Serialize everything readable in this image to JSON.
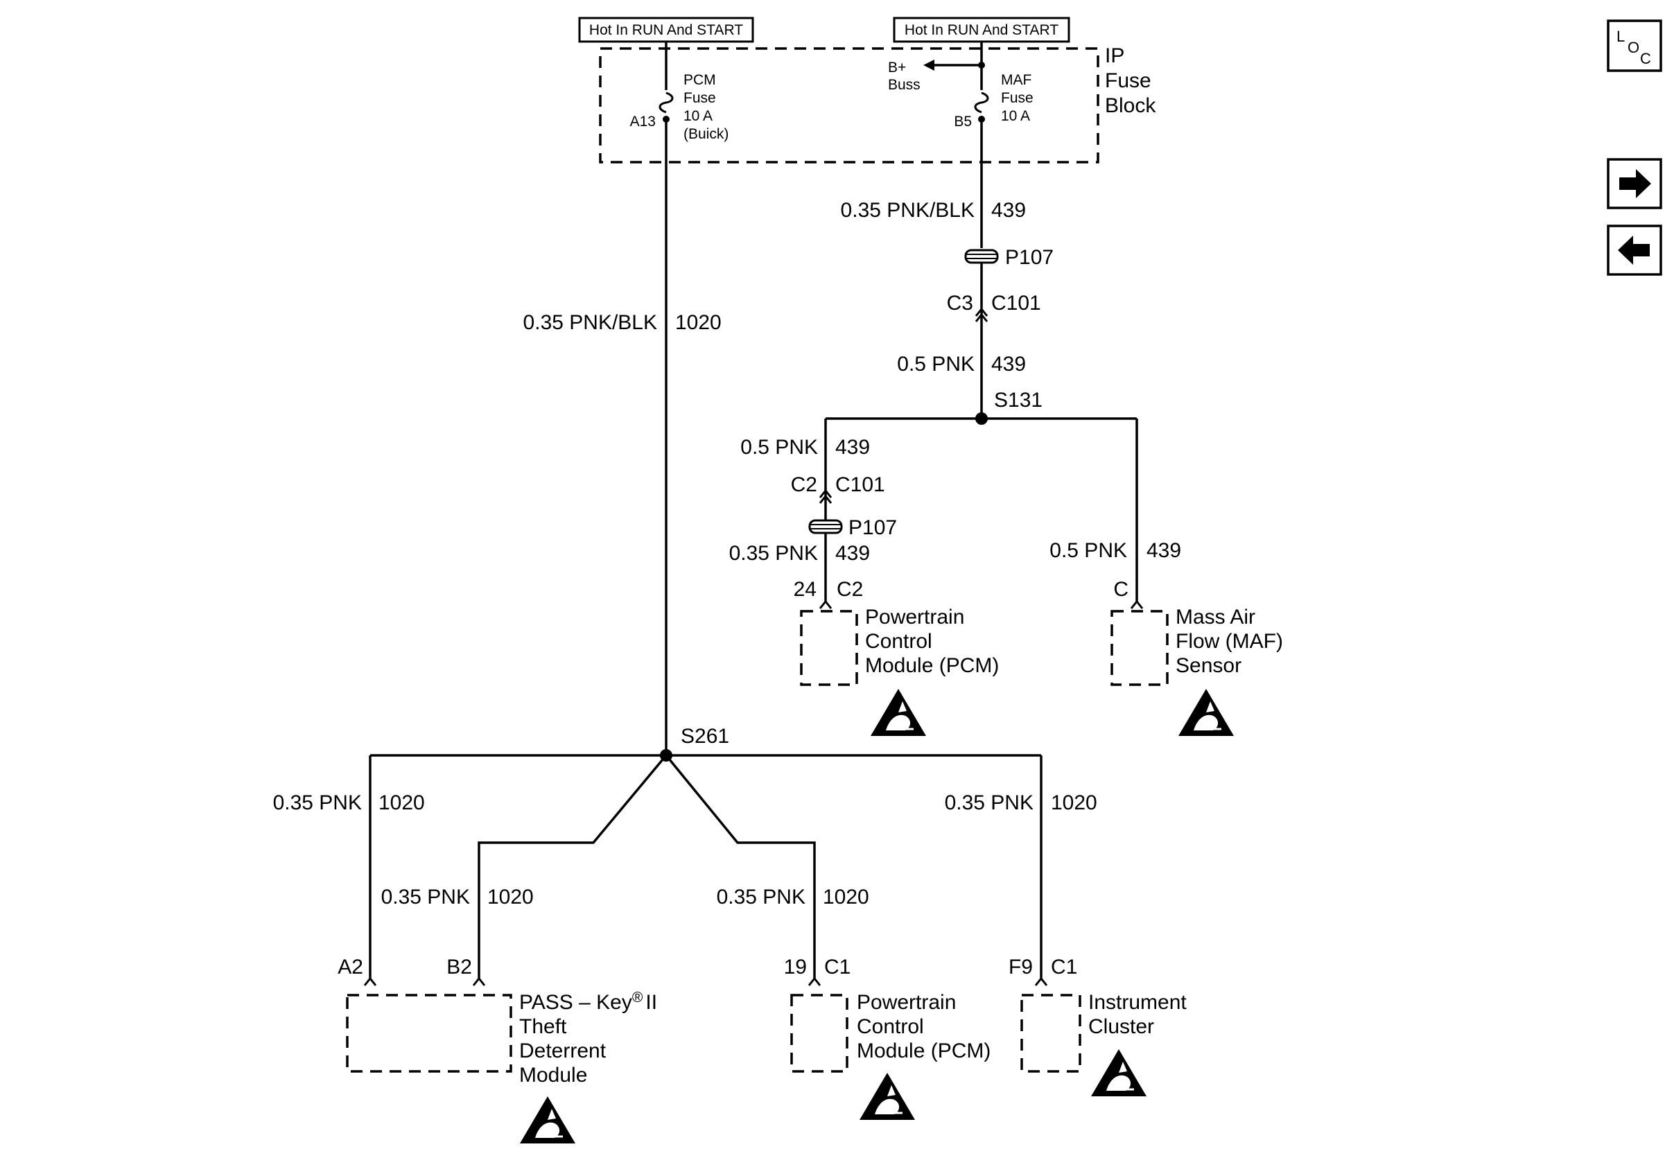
{
  "header_left": "Hot In RUN And START",
  "header_right": "Hot In RUN And START",
  "fuse_block": {
    "line1": "IP",
    "line2": "Fuse",
    "line3": "Block"
  },
  "pcm_fuse": {
    "line1": "PCM",
    "line2": "Fuse",
    "line3": "10 A",
    "line4": "(Buick)",
    "terminal": "A13"
  },
  "maf_fuse": {
    "line1": "MAF",
    "line2": "Fuse",
    "line3": "10 A",
    "terminal": "B5"
  },
  "bplus": {
    "line1": "B+",
    "line2": "Buss"
  },
  "right_branch": {
    "wire1": {
      "size": "0.35 PNK/BLK",
      "circuit": "439"
    },
    "passthrough": "P107",
    "connector": {
      "pin": "C3",
      "name": "C101"
    },
    "wire2": {
      "size": "0.5 PNK",
      "circuit": "439"
    },
    "splice": "S131",
    "pcm_wire1": {
      "size": "0.5 PNK",
      "circuit": "439"
    },
    "pcm_connector": {
      "pin": "C2",
      "name": "C101"
    },
    "pcm_passthrough": "P107",
    "pcm_wire2": {
      "size": "0.35 PNK",
      "circuit": "439"
    },
    "pcm_terminal": {
      "pin": "24",
      "connector": "C2"
    },
    "maf_wire": {
      "size": "0.5 PNK",
      "circuit": "439"
    },
    "maf_terminal": "C"
  },
  "left_branch": {
    "wire1": {
      "size": "0.35 PNK/BLK",
      "circuit": "1020"
    },
    "splice": "S261",
    "pass_a2_wire": {
      "size": "0.35 PNK",
      "circuit": "1020"
    },
    "pass_b2_wire": {
      "size": "0.35 PNK",
      "circuit": "1020"
    },
    "pcm_wire": {
      "size": "0.35 PNK",
      "circuit": "1020"
    },
    "ic_wire": {
      "size": "0.35 PNK",
      "circuit": "1020"
    },
    "pass_a2_terminal": "A2",
    "pass_b2_terminal": "B2",
    "pcm_terminal": {
      "pin": "19",
      "connector": "C1"
    },
    "ic_terminal": {
      "pin": "F9",
      "connector": "C1"
    }
  },
  "components": {
    "pcm_top": {
      "line1": "Powertrain",
      "line2": "Control",
      "line3": "Module (PCM)"
    },
    "maf": {
      "line1": "Mass Air",
      "line2": "Flow (MAF)",
      "line3": "Sensor"
    },
    "pass_key": {
      "line1": "PASS – Key",
      "reg": "®",
      "line1b": "II",
      "line2": "Theft",
      "line3": "Deterrent",
      "line4": "Module"
    },
    "pcm_bottom": {
      "line1": "Powertrain",
      "line2": "Control",
      "line3": "Module (PCM)"
    },
    "ic": {
      "line1": "Instrument",
      "line2": "Cluster"
    }
  },
  "nav": {
    "loc": {
      "l": "L",
      "o": "O",
      "c": "C"
    },
    "forward_icon": "arrow-right-icon",
    "back_icon": "arrow-left-icon"
  }
}
